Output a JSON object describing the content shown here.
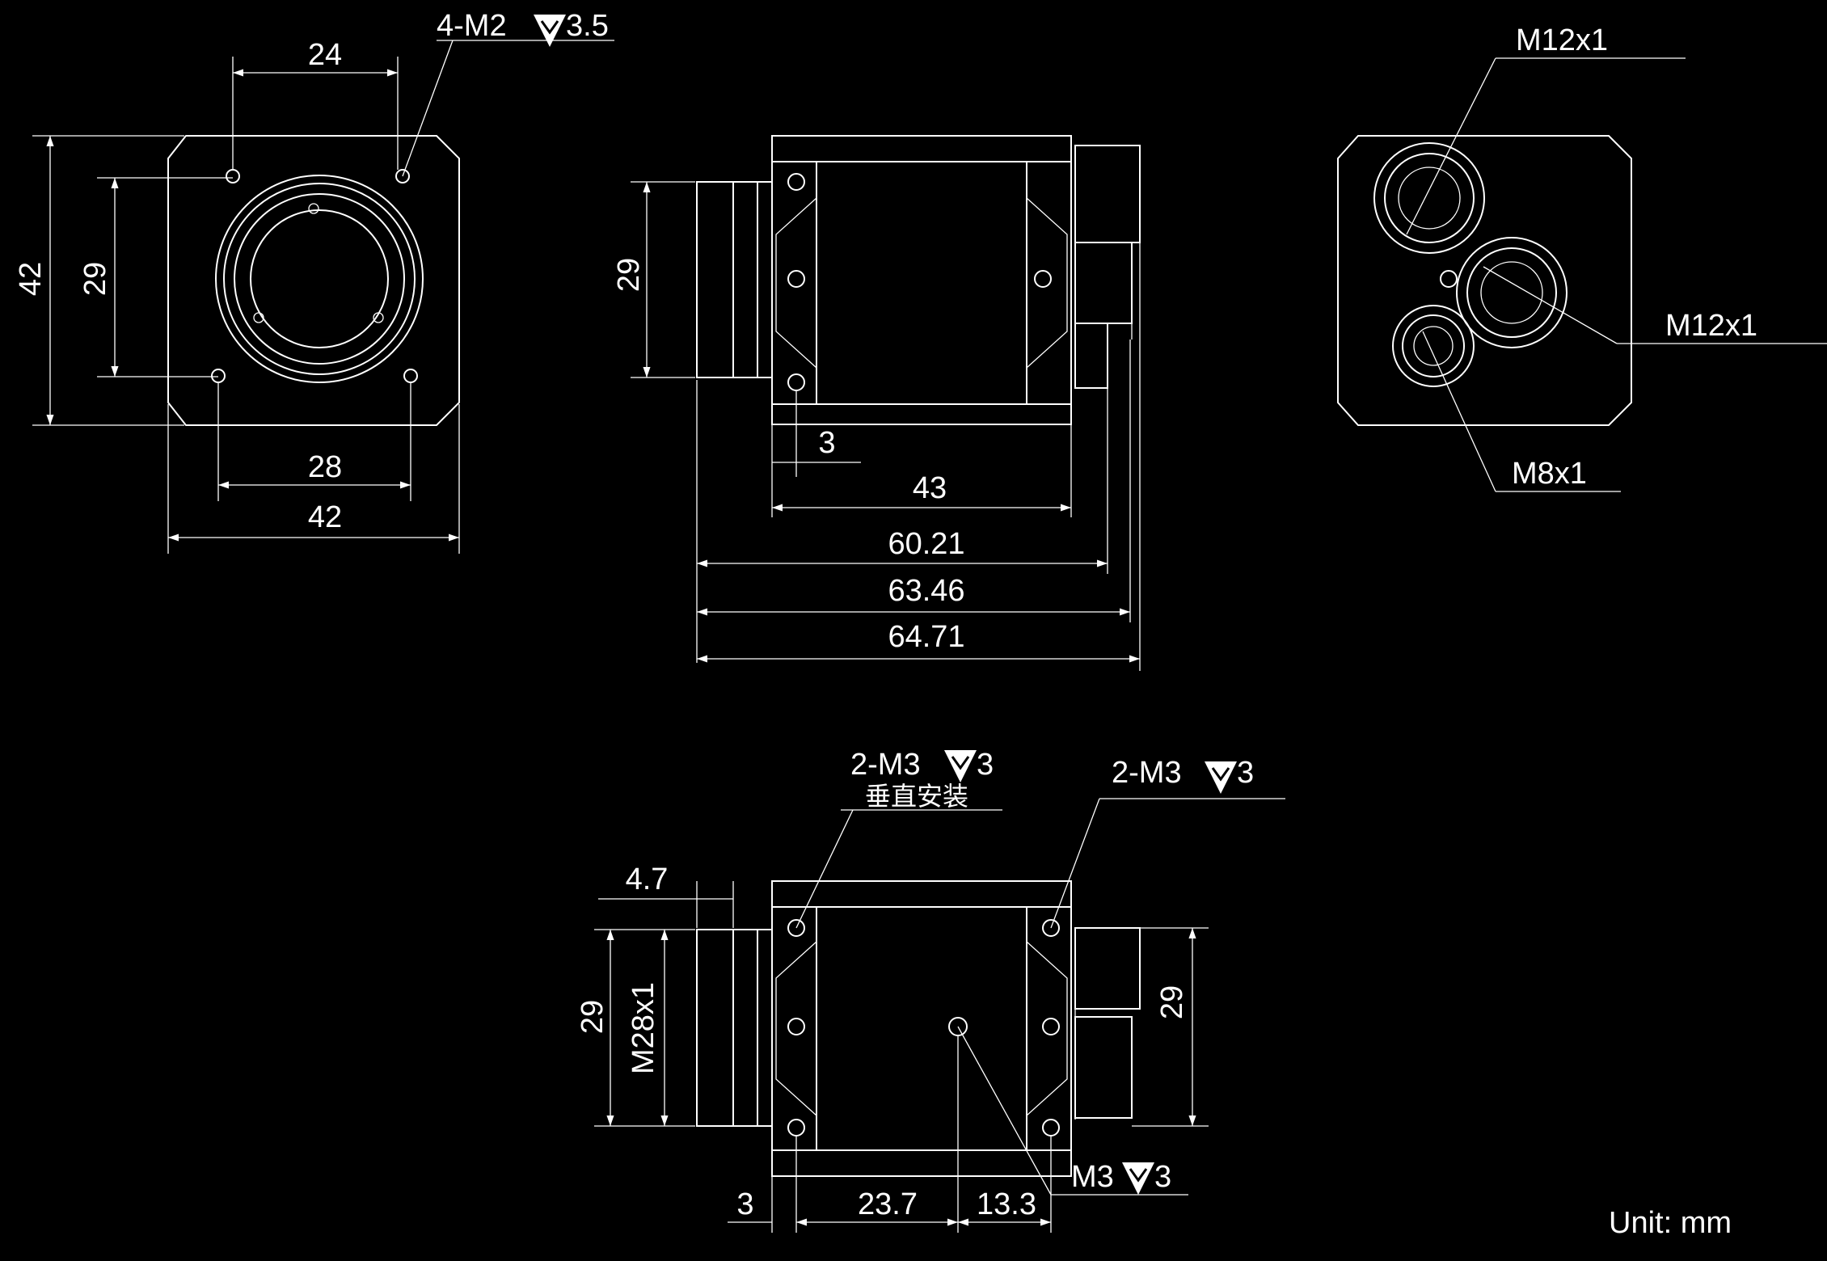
{
  "front_view": {
    "top_width": "24",
    "thread_note_prefix": "4-M2",
    "thread_note_suffix": "3.5",
    "height_outer": "42",
    "height_inner": "29",
    "bottom_width_inner": "28",
    "bottom_width_outer": "42"
  },
  "side_view": {
    "height": "29",
    "offset": "3",
    "body_length": "43",
    "len_1": "60.21",
    "len_2": "63.46",
    "len_3": "64.71"
  },
  "rear_view": {
    "connector_top": "M12x1",
    "connector_right": "M12x1",
    "connector_bottom": "M8x1"
  },
  "bottom_view": {
    "note_left_prefix": "2-M3",
    "note_left_suffix": "3",
    "note_left_sub": "垂直安装",
    "note_right_prefix": "2-M3",
    "note_right_suffix": "3",
    "flange_width": "4.7",
    "height_left": "29",
    "thread_label": "M28x1",
    "height_right": "29",
    "center_hole_prefix": "M3",
    "center_hole_suffix": "3",
    "offset": "3",
    "span_1": "23.7",
    "span_2": "13.3"
  },
  "unit_label": "Unit: mm",
  "colors": {
    "background": "#000000",
    "line": "#ffffff"
  }
}
